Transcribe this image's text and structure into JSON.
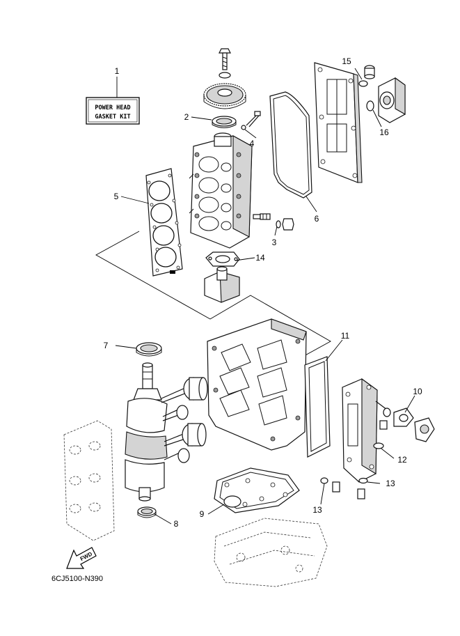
{
  "kit_label": {
    "line1": "POWER HEAD",
    "line2": "GASKET KIT"
  },
  "callouts": {
    "c1": "1",
    "c2": "2",
    "c3": "3",
    "c4": "4",
    "c5": "5",
    "c6": "6",
    "c7": "7",
    "c8": "8",
    "c9": "9",
    "c10": "10",
    "c11": "11",
    "c12": "12",
    "c13a": "13",
    "c13b": "13",
    "c14": "14",
    "c15": "15",
    "c16": "16"
  },
  "fwd_label": "FWD",
  "diagram_code": "6CJ5100-N390"
}
